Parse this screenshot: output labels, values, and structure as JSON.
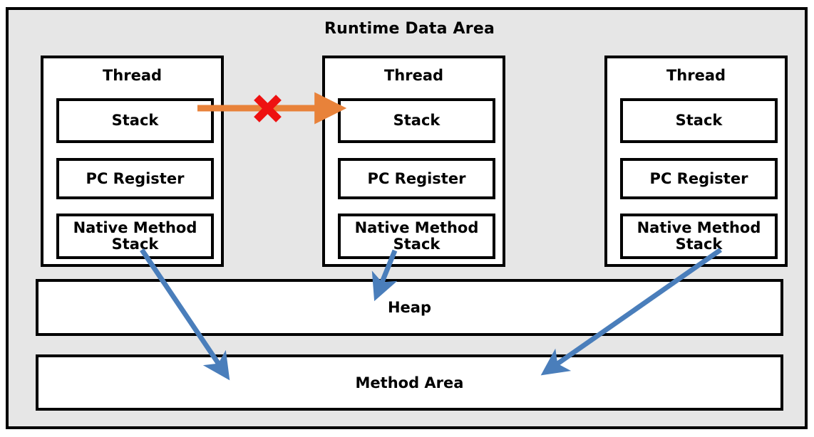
{
  "diagram": {
    "title": "Runtime Data Area",
    "background_color": "#e6e6e6",
    "border_color": "#000000",
    "box_fill": "#ffffff"
  },
  "threads": [
    {
      "title": "Thread",
      "slots": [
        {
          "label": "Stack"
        },
        {
          "label": "PC Register"
        },
        {
          "label": "Native Method Stack"
        }
      ]
    },
    {
      "title": "Thread",
      "slots": [
        {
          "label": "Stack"
        },
        {
          "label": "PC Register"
        },
        {
          "label": "Native Method Stack"
        }
      ]
    },
    {
      "title": "Thread",
      "slots": [
        {
          "label": "Stack"
        },
        {
          "label": "PC Register"
        },
        {
          "label": "Native Method Stack"
        }
      ]
    }
  ],
  "shared_regions": [
    {
      "label": "Heap"
    },
    {
      "label": "Method Area"
    }
  ],
  "connectors": {
    "blocked_arrow": {
      "color": "#e8823a",
      "marker": "x-cross",
      "marker_color": "#ee1111",
      "from": "thread-1-stack",
      "to": "thread-2-stack",
      "meaning": "blocked"
    },
    "blue_color": "#4a7ebb",
    "links": [
      {
        "from": "thread-1-native-method-stack",
        "to": "method-area"
      },
      {
        "from": "thread-2-native-method-stack",
        "to": "heap"
      },
      {
        "from": "thread-3-native-method-stack",
        "to": "method-area"
      }
    ]
  }
}
